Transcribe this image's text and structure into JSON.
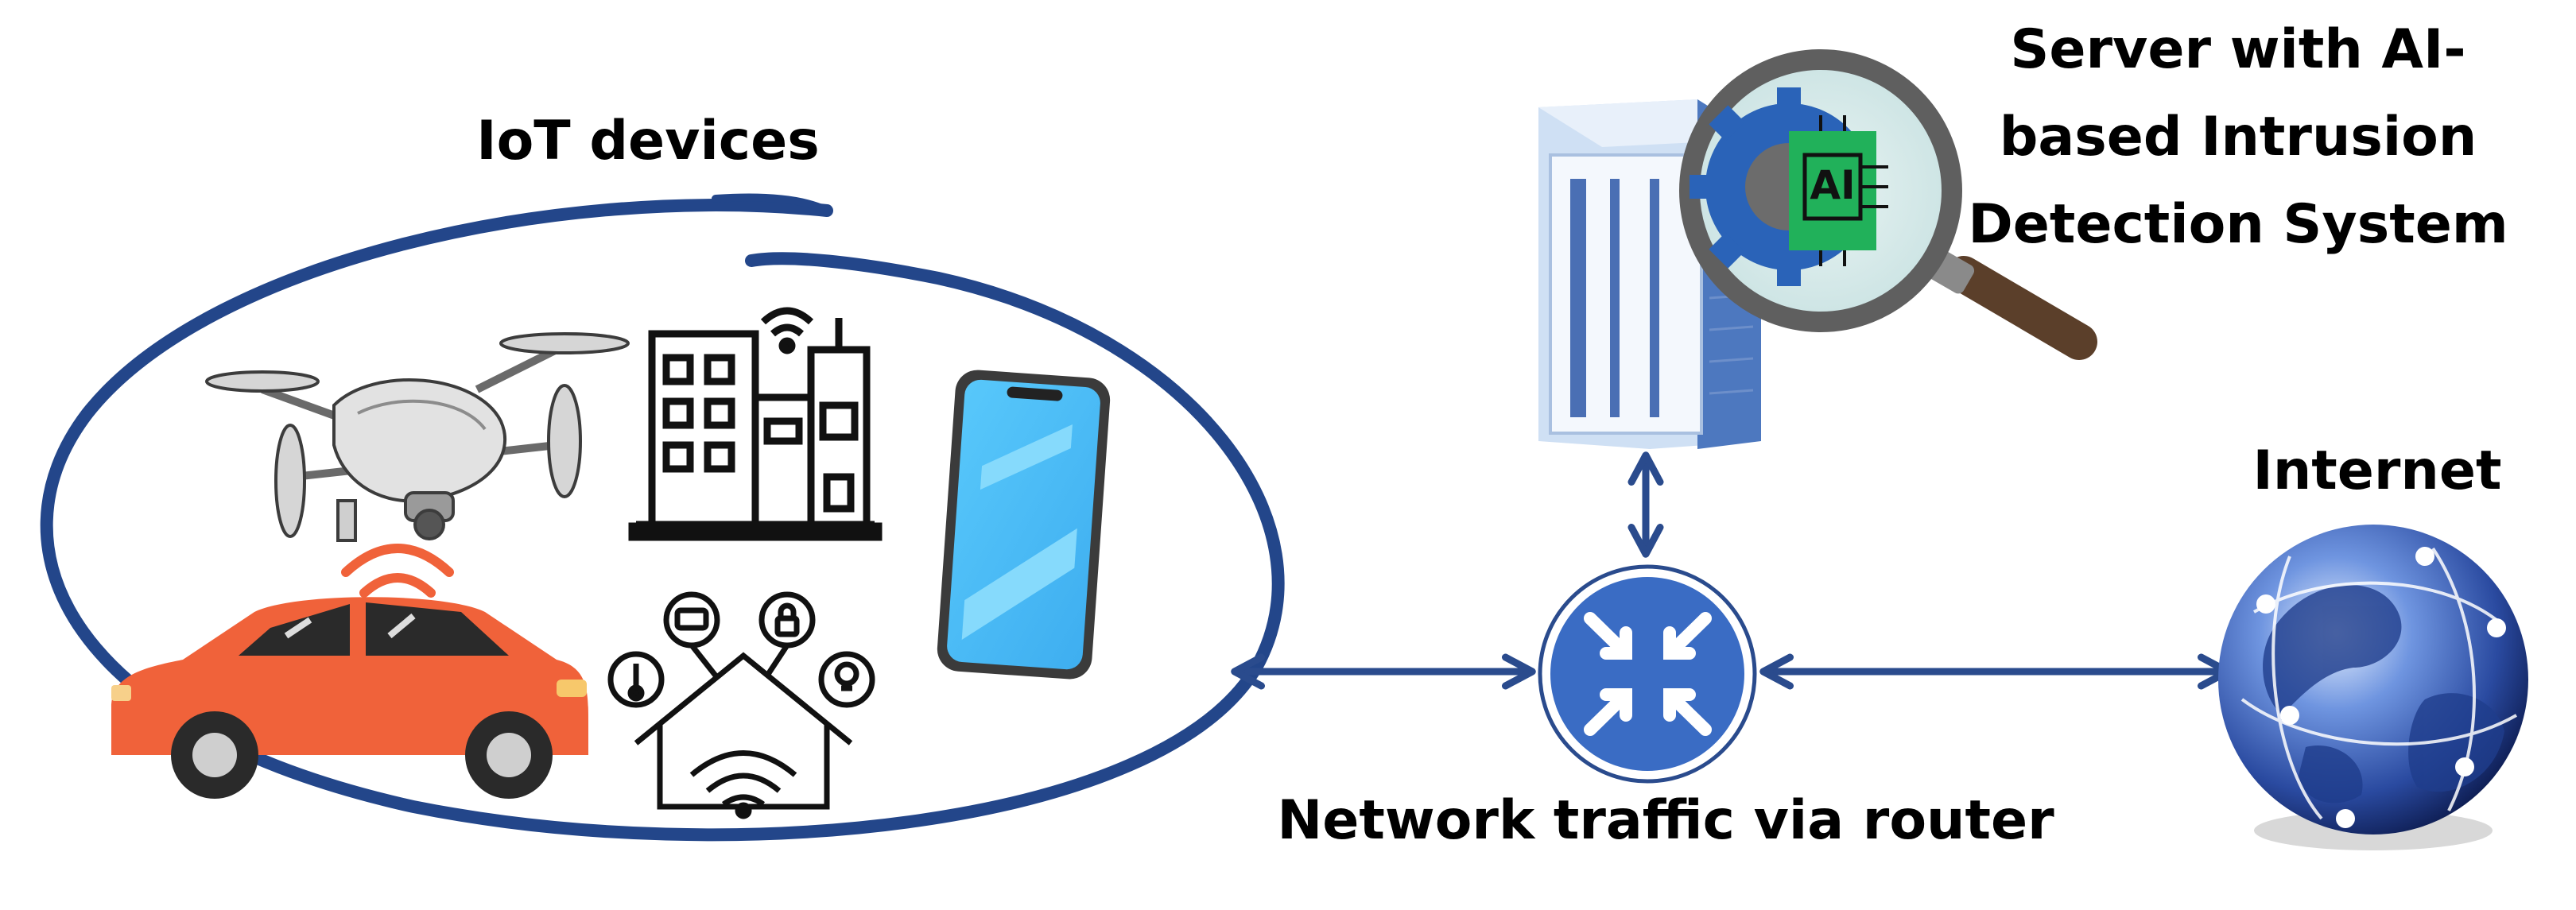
{
  "labels": {
    "iot_devices": "IoT devices",
    "server_line1": "Server with AI-",
    "server_line2": "based Intrusion",
    "server_line3": "Detection System",
    "internet": "Internet",
    "router": "Network traffic via router",
    "ai_chip": "AI"
  },
  "icons": {
    "drone": "drone-icon",
    "smart_building": "smart-building-icon",
    "smartphone": "smartphone-icon",
    "connected_car": "connected-car-icon",
    "smart_home": "smart-home-icon",
    "server": "server-rack-icon",
    "magnifier": "magnifying-glass-icon",
    "router": "router-icon",
    "globe": "globe-icon"
  },
  "colors": {
    "arrow": "#2a4b8d",
    "ellipse": "#23468a",
    "router": "#3a6cc4",
    "car": "#f0623a",
    "wifi_car": "#f0623a",
    "ai_chip": "#21b15a",
    "phone": "#4fc1f5",
    "globe": "#3a60b8"
  }
}
